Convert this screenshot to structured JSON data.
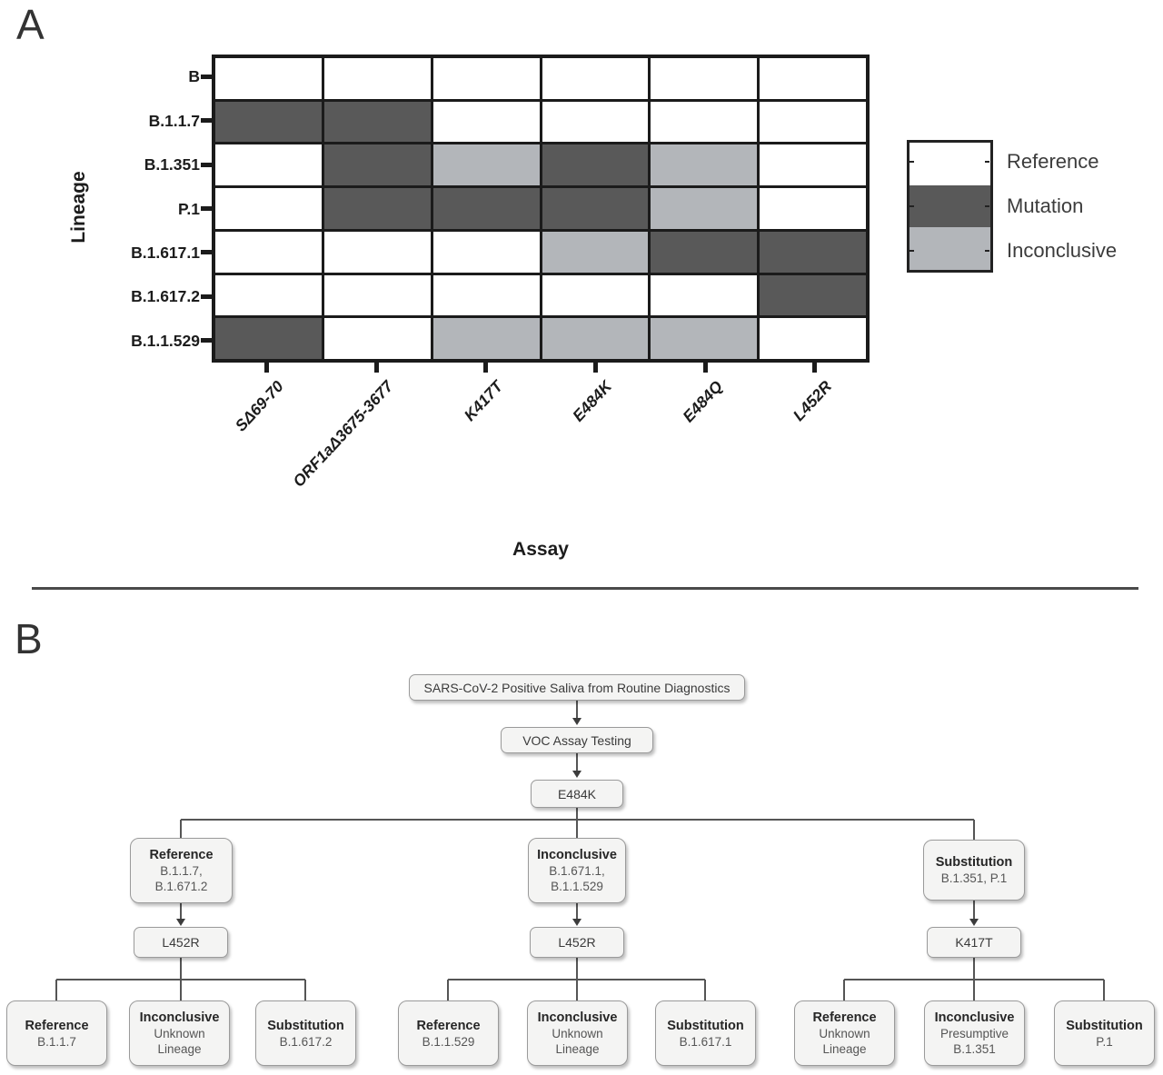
{
  "panel_a": {
    "label": "A"
  },
  "chart_data": {
    "type": "heatmap",
    "title": "",
    "xlabel": "Assay",
    "ylabel": "Lineage",
    "x_categories": [
      "SΔ69-70",
      "ORF1aΔ3675-3677",
      "K417T",
      "E484K",
      "E484Q",
      "L452R"
    ],
    "y_categories": [
      "B",
      "B.1.1.7",
      "B.1.351",
      "P.1",
      "B.1.617.1",
      "B.1.617.2",
      "B.1.1.529"
    ],
    "cell_states": {
      "R": "Reference",
      "M": "Mutation",
      "I": "Inconclusive"
    },
    "matrix": [
      [
        "R",
        "R",
        "R",
        "R",
        "R",
        "R"
      ],
      [
        "M",
        "M",
        "R",
        "R",
        "R",
        "R"
      ],
      [
        "R",
        "M",
        "I",
        "M",
        "I",
        "R"
      ],
      [
        "R",
        "M",
        "M",
        "M",
        "I",
        "R"
      ],
      [
        "R",
        "R",
        "R",
        "I",
        "M",
        "M"
      ],
      [
        "R",
        "R",
        "R",
        "R",
        "R",
        "M"
      ],
      [
        "M",
        "R",
        "I",
        "I",
        "I",
        "R"
      ]
    ],
    "legend": [
      {
        "code": "R",
        "label": "Reference",
        "color": "#ffffff"
      },
      {
        "code": "M",
        "label": "Mutation",
        "color": "#595959"
      },
      {
        "code": "I",
        "label": "Inconclusive",
        "color": "#b3b6ba"
      }
    ],
    "legend_position": "right",
    "grid": "on"
  },
  "panel_b": {
    "label": "B",
    "nodes": {
      "root": {
        "title": "SARS-CoV-2 Positive Saliva from Routine Diagnostics"
      },
      "voc": {
        "title": "VOC Assay Testing"
      },
      "e484k": {
        "title": "E484K"
      },
      "ref_branch": {
        "title": "Reference",
        "line1": "B.1.1.7,",
        "line2": "B.1.671.2"
      },
      "inc_branch": {
        "title": "Inconclusive",
        "line1": "B.1.671.1,",
        "line2": "B.1.1.529"
      },
      "sub_branch": {
        "title": "Substitution",
        "line1": "B.1.351, P.1"
      },
      "l452r_left": {
        "title": "L452R"
      },
      "l452r_mid": {
        "title": "L452R"
      },
      "k417t": {
        "title": "K417T"
      },
      "leaf_ref_b117": {
        "title": "Reference",
        "line1": "B.1.1.7"
      },
      "leaf_inc_unknown_l": {
        "title": "Inconclusive",
        "line1": "Unknown",
        "line2": "Lineage"
      },
      "leaf_sub_b16172": {
        "title": "Substitution",
        "line1": "B.1.617.2"
      },
      "leaf_ref_b11529": {
        "title": "Reference",
        "line1": "B.1.1.529"
      },
      "leaf_inc_unknown_m": {
        "title": "Inconclusive",
        "line1": "Unknown",
        "line2": "Lineage"
      },
      "leaf_sub_b16171": {
        "title": "Substitution",
        "line1": "B.1.617.1"
      },
      "leaf_ref_unknown": {
        "title": "Reference",
        "line1": "Unknown",
        "line2": "Lineage"
      },
      "leaf_inc_presumptive": {
        "title": "Inconclusive",
        "line1": "Presumptive",
        "line2": "B.1.351"
      },
      "leaf_sub_p1": {
        "title": "Substitution",
        "line1": "P.1"
      }
    }
  }
}
